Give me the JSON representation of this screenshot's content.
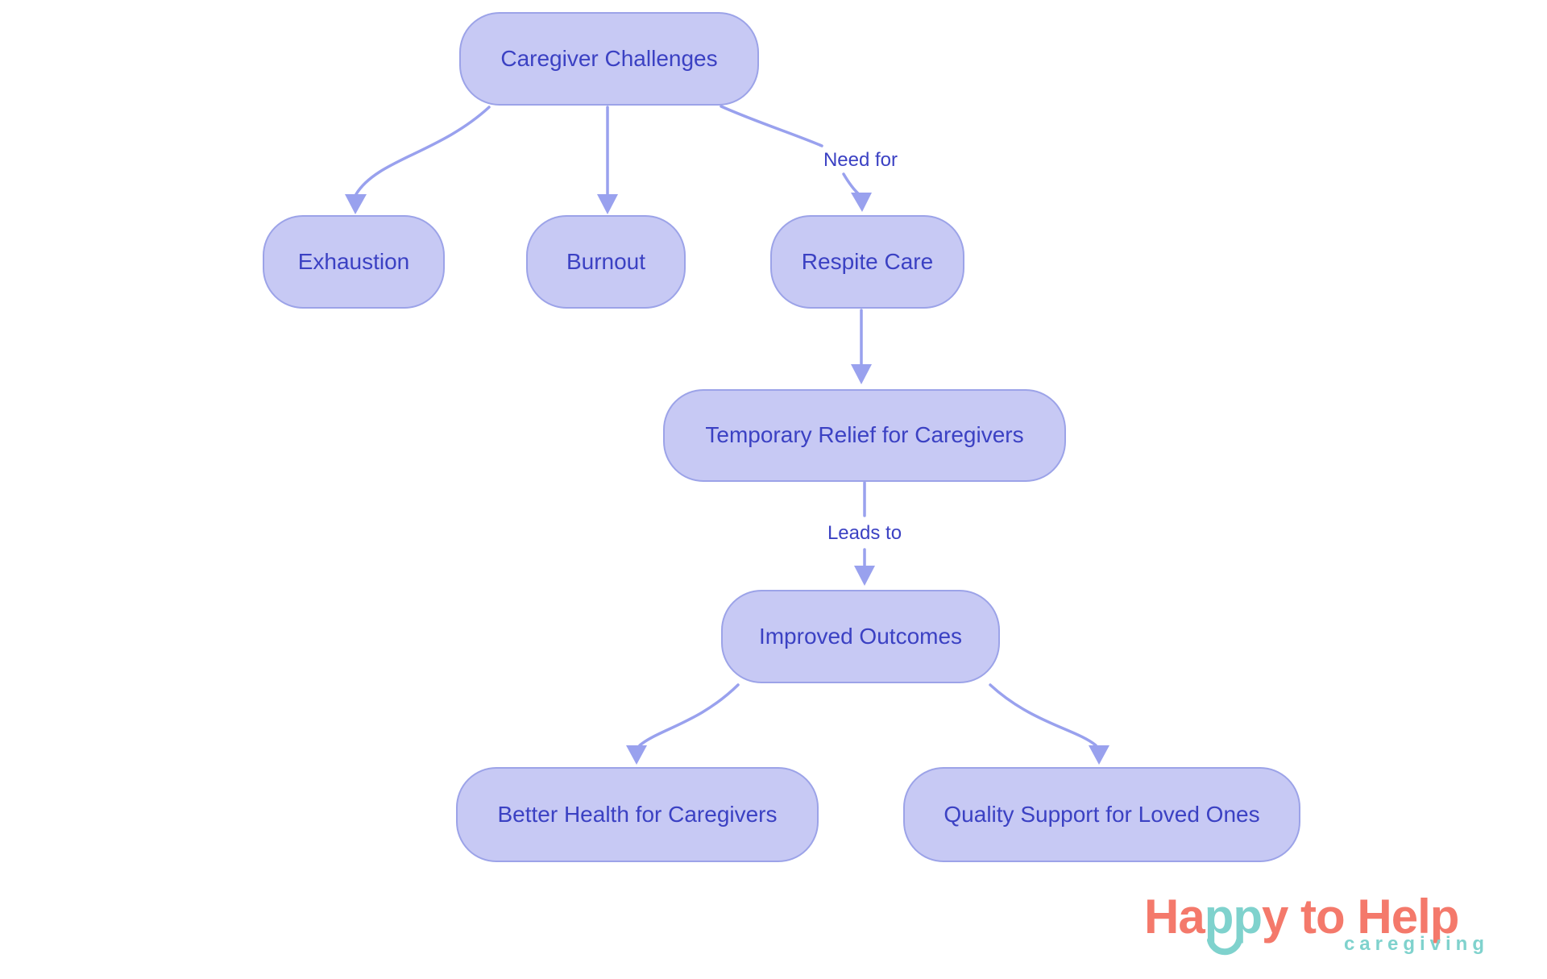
{
  "diagram": {
    "nodes": [
      {
        "id": "caregiver-challenges",
        "label": "Caregiver Challenges"
      },
      {
        "id": "exhaustion",
        "label": "Exhaustion"
      },
      {
        "id": "burnout",
        "label": "Burnout"
      },
      {
        "id": "respite-care",
        "label": "Respite Care"
      },
      {
        "id": "temporary-relief",
        "label": "Temporary Relief for Caregivers"
      },
      {
        "id": "improved-outcomes",
        "label": "Improved Outcomes"
      },
      {
        "id": "better-health",
        "label": "Better Health for Caregivers"
      },
      {
        "id": "quality-support",
        "label": "Quality Support for Loved Ones"
      }
    ],
    "edges": [
      {
        "from": "caregiver-challenges",
        "to": "exhaustion",
        "label": ""
      },
      {
        "from": "caregiver-challenges",
        "to": "burnout",
        "label": ""
      },
      {
        "from": "caregiver-challenges",
        "to": "respite-care",
        "label": "Need for"
      },
      {
        "from": "respite-care",
        "to": "temporary-relief",
        "label": ""
      },
      {
        "from": "temporary-relief",
        "to": "improved-outcomes",
        "label": "Leads to"
      },
      {
        "from": "improved-outcomes",
        "to": "better-health",
        "label": ""
      },
      {
        "from": "improved-outcomes",
        "to": "quality-support",
        "label": ""
      }
    ],
    "edge_labels": {
      "need_for": "Need for",
      "leads_to": "Leads to"
    },
    "colors": {
      "node_fill": "#C7C9F4",
      "node_border": "#9CA3E8",
      "node_text": "#3B41C3",
      "edge_stroke": "#99A1EE",
      "background": "#FFFFFF"
    }
  },
  "logo": {
    "part_ha": "Ha",
    "part_pp": "pp",
    "part_y": "y",
    "part_to": " to ",
    "part_help": "Help",
    "tagline": "caregiving",
    "colors": {
      "coral": "#F4796B",
      "teal": "#7FD2CD"
    }
  }
}
